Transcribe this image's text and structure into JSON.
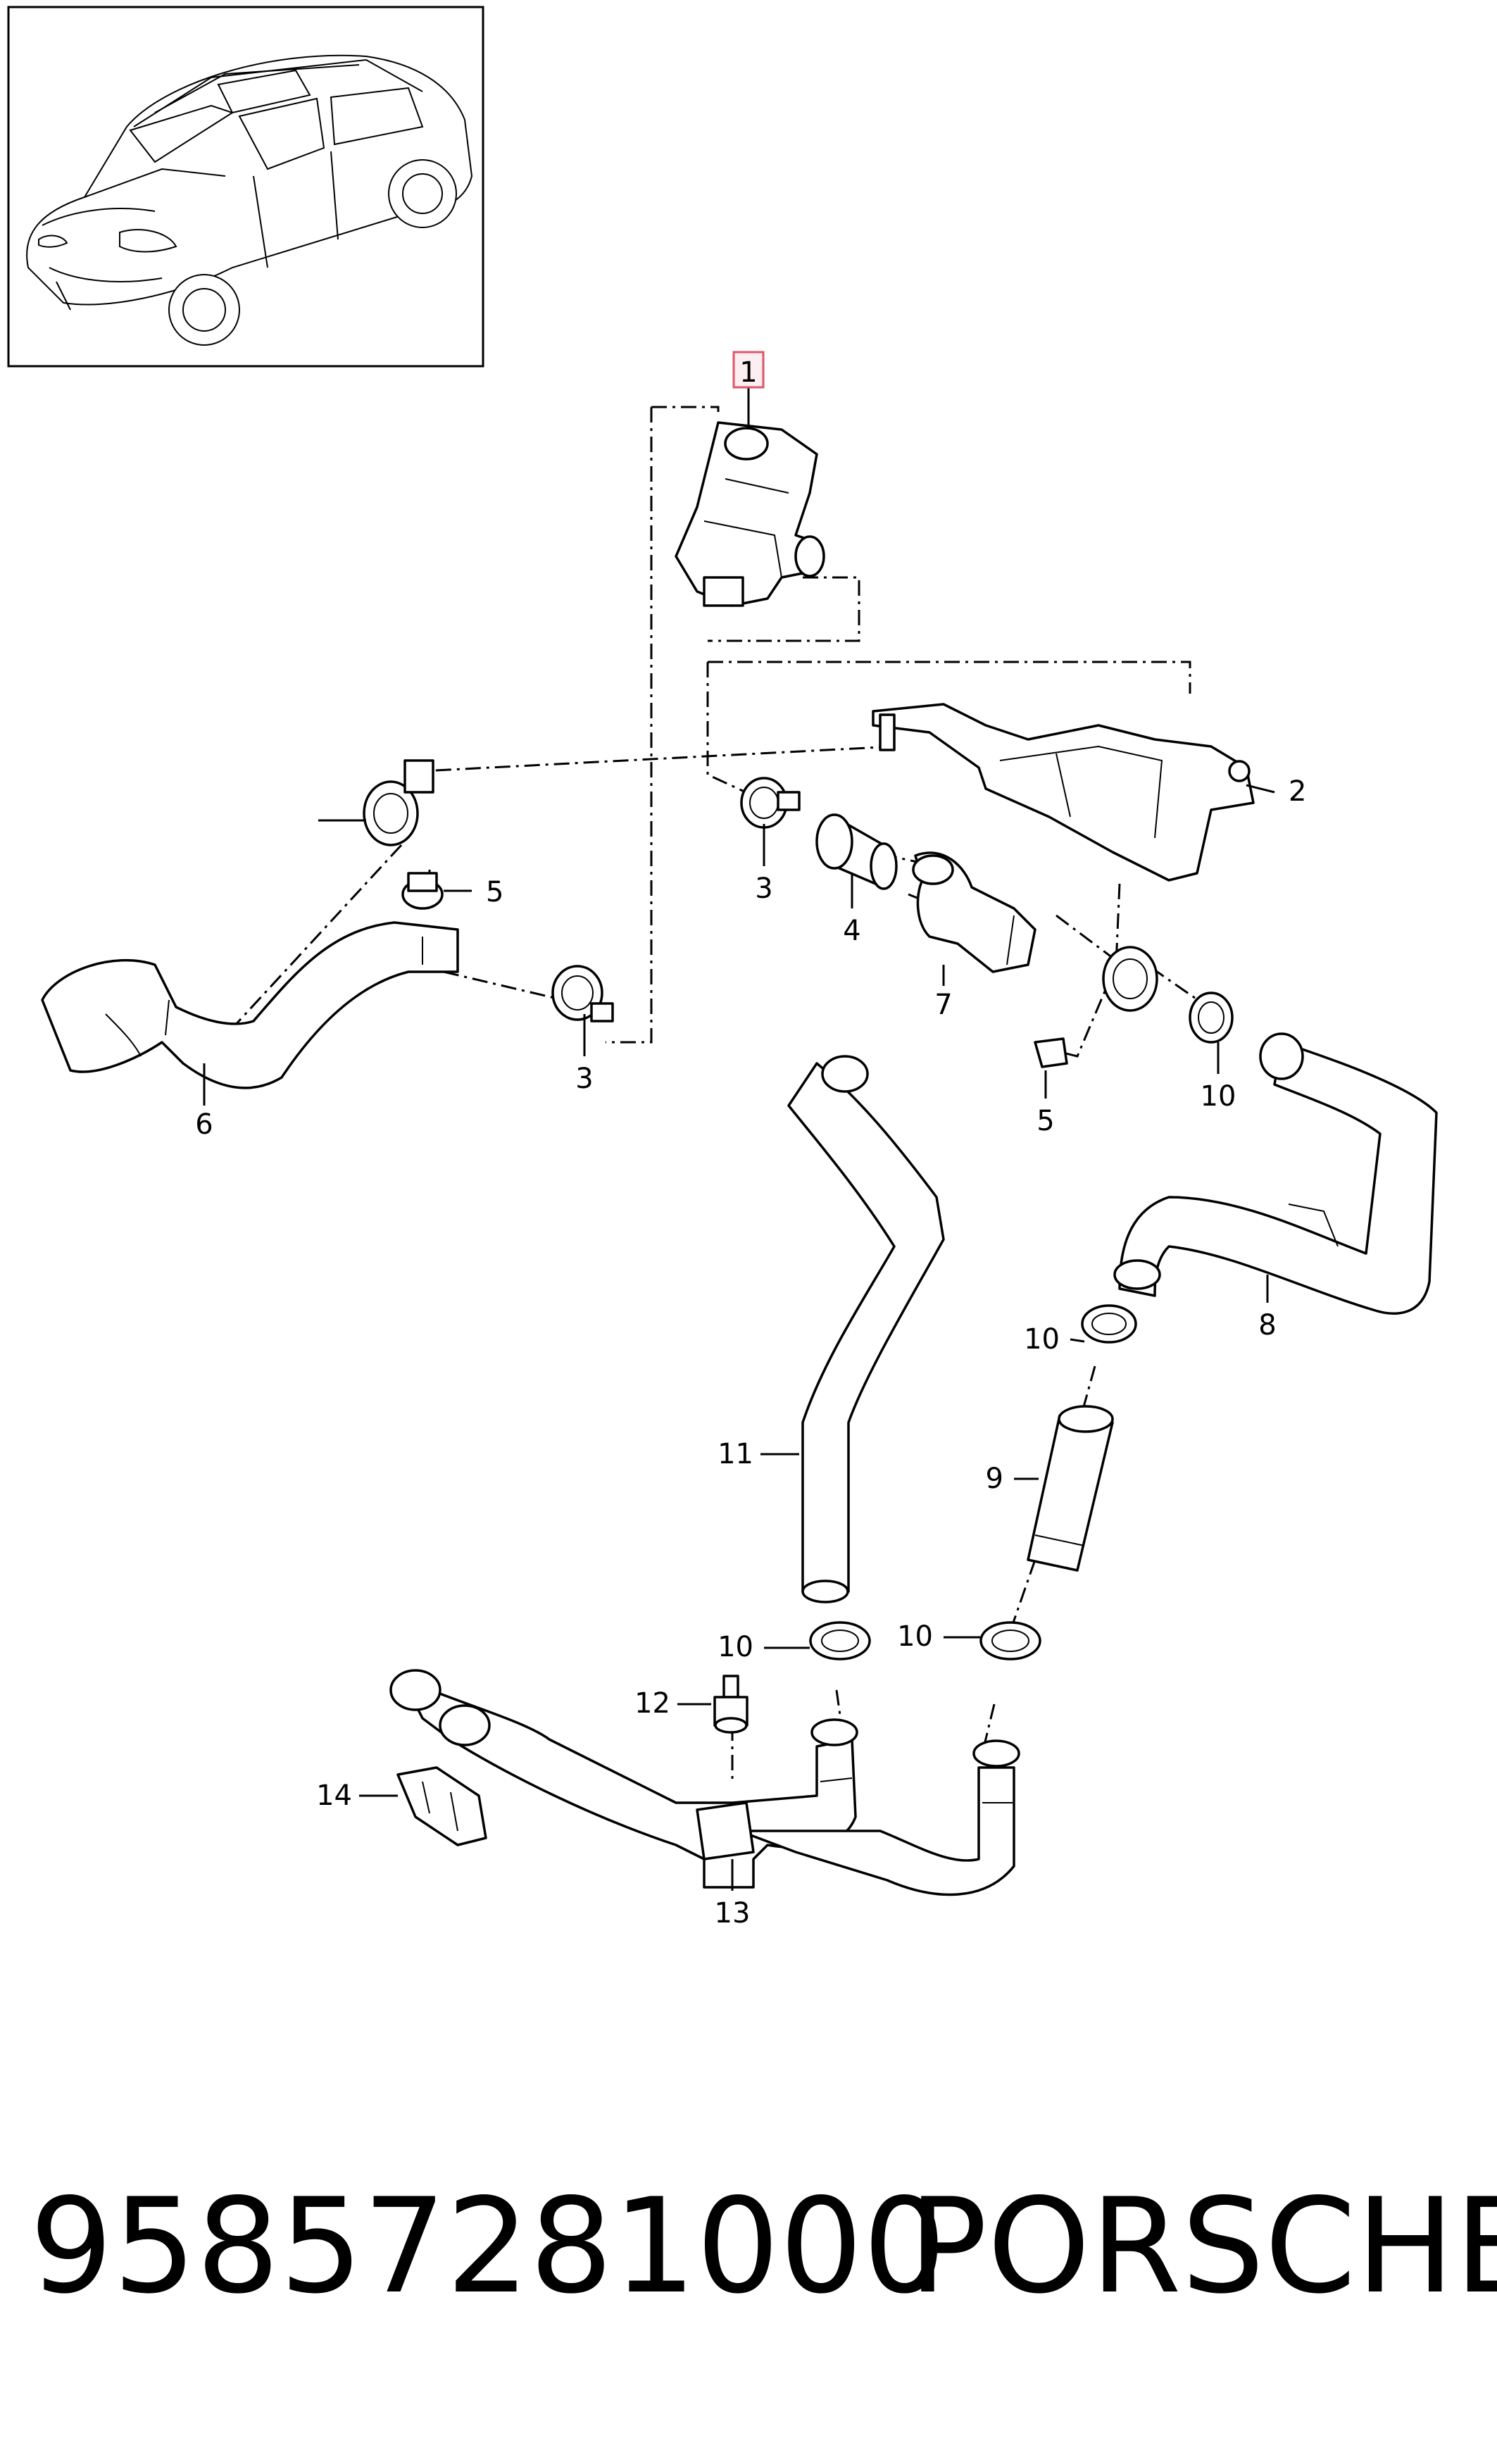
{
  "footer": {
    "part_number": "95857281000",
    "brand": "PORSCHE"
  },
  "highlight_color": "#e0566a",
  "callouts": [
    {
      "id": "1",
      "label": "1",
      "highlighted": true
    },
    {
      "id": "2",
      "label": "2"
    },
    {
      "id": "3a",
      "label": "3"
    },
    {
      "id": "3b",
      "label": "3"
    },
    {
      "id": "4",
      "label": "4"
    },
    {
      "id": "5a",
      "label": "5"
    },
    {
      "id": "5b",
      "label": "5"
    },
    {
      "id": "6",
      "label": "6"
    },
    {
      "id": "7",
      "label": "7"
    },
    {
      "id": "8",
      "label": "8"
    },
    {
      "id": "9",
      "label": "9"
    },
    {
      "id": "10a",
      "label": "10"
    },
    {
      "id": "10b",
      "label": "10"
    },
    {
      "id": "10c",
      "label": "10"
    },
    {
      "id": "10d",
      "label": "10"
    },
    {
      "id": "11",
      "label": "11"
    },
    {
      "id": "12",
      "label": "12"
    },
    {
      "id": "13",
      "label": "13"
    },
    {
      "id": "14",
      "label": "14"
    }
  ]
}
